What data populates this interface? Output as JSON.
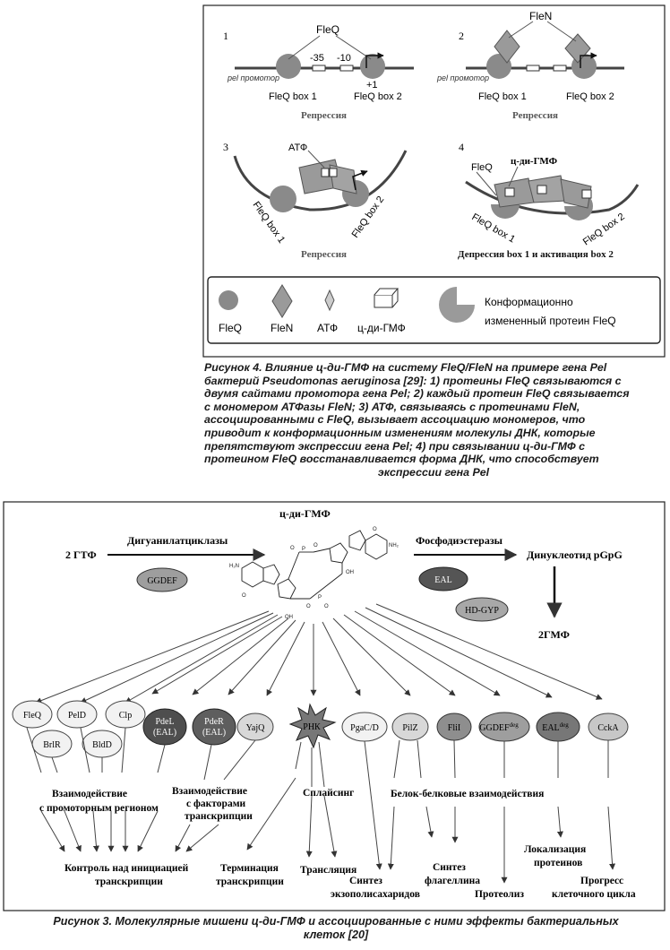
{
  "figure4": {
    "panels": {
      "p1": {
        "num": "1",
        "protein_label": "FleQ",
        "minus35": "-35",
        "minus10": "-10",
        "plus1": "+1",
        "promoter": "pel промотор",
        "box1": "FleQ box 1",
        "box2": "FleQ box 2",
        "state": "Репрессия"
      },
      "p2": {
        "num": "2",
        "protein_label": "FleN",
        "promoter": "pel промотор",
        "box1": "FleQ box 1",
        "box2": "FleQ box 2",
        "state": "Репрессия"
      },
      "p3": {
        "num": "3",
        "atp_label": "АТФ",
        "box1": "FleQ box 1",
        "box2": "FleQ box 2",
        "state": "Репрессия"
      },
      "p4": {
        "num": "4",
        "protein_label": "FleQ",
        "ligand_label": "ц-ди-ГМФ",
        "box1": "FleQ box 1",
        "box2": "FleQ box 2",
        "state": "Депрессия box 1 и активация box 2"
      }
    },
    "legend": {
      "fleq": "FleQ",
      "flen": "FleN",
      "atp": "АТФ",
      "cdigmp": "ц-ди-ГМФ",
      "conf_line1": "Конформационно",
      "conf_line2": "измененный протеин FleQ"
    },
    "caption": [
      "Рисунок 4. Влияние ц-ди-ГМФ на систему FleQ/FleN на примере гена Pel",
      "бактерий Pseudomonas aeruginosa [29]: 1) протеины FleQ связываются с",
      "двумя сайтами промотора гена Pel; 2) каждый протеин FleQ связывается",
      "с мономером АТФазы FleN; 3) АТФ, связываясь с протеинами FleN,",
      "ассоциированными с FleQ, вызывает ассоциацию мономеров, что",
      "приводит к конформационным изменениям молекулы ДНК, которые",
      "препятствуют экспрессии гена Pel; 4) при связывании ц-ди-ГМФ с",
      "протеином FleQ восстанавливается форма ДНК, что способствует",
      "экспрессии гена Pel"
    ]
  },
  "figure3": {
    "title": "ц-ди-ГМФ",
    "substrate": "2 ГТФ",
    "synth_enzyme": "Дигуанилатциклазы",
    "ggdef": "GGDEF",
    "degr_enzyme": "Фосфодиэстеразы",
    "eal": "EAL",
    "hdgyp": "HD-GYP",
    "product": "Динуклеотид pGpG",
    "final": "2ГМФ",
    "targets": {
      "fleq": "FleQ",
      "peld": "PelD",
      "clp": "Clp",
      "brlr": "BrlR",
      "bldd": "BldD",
      "pdel_1": "PdeL",
      "pdel_2": "(EAL)",
      "pder_1": "PdeR",
      "pder_2": "(EAL)",
      "yajq": "YajQ",
      "rnk": "РНК",
      "pgacd": "PgaC/D",
      "pilz": "PilZ",
      "flii": "FliI",
      "ggdefdeg": "GGDEF",
      "ggdefdeg_sup": "deg",
      "ealdeg": "EAL",
      "ealdeg_sup": "deg",
      "ccka": "CckA"
    },
    "effects": {
      "promoter_interaction": [
        "Взаимодействие",
        "с промоторным регионом"
      ],
      "factor_interaction": [
        "Взаимодействие",
        "с факторами",
        "транскрипции"
      ],
      "splicing": "Сплайсинг",
      "protein_interaction": "Белок-белковые взаимодействия",
      "initiation_control": [
        "Контроль над инициацией",
        "транскрипции"
      ],
      "termination": [
        "Терминация",
        "транскрипции"
      ],
      "translation": "Трансляция",
      "exopoly": [
        "Синтез",
        "экзополисахаридов"
      ],
      "flagellin": [
        "Синтез",
        "флагеллина"
      ],
      "proteolysis": "Протеолиз",
      "localization": [
        "Локализация",
        "протеинов"
      ],
      "cell_cycle": [
        "Прогресс",
        "клеточного цикла"
      ]
    },
    "caption": [
      "Рисунок 3. Молекулярные мишени ц-ди-ГМФ и ассоциированные с ними эффекты бактериальных",
      "клеток [20]"
    ]
  }
}
